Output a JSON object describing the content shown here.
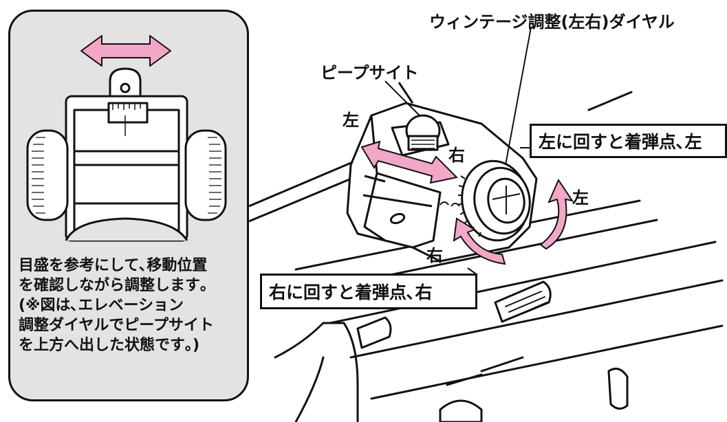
{
  "labels": {
    "windage_dial": "ウィンテージ調整(左右)ダイヤル",
    "peep_sight": "ピープサイト",
    "turn_left": "左に回すと着弾点､左",
    "turn_right": "右に回すと着弾点､右",
    "left_sight": "左",
    "right_sight": "右",
    "left_dial": "左",
    "right_dial": "右"
  },
  "panel_note": [
    "目盛を参考にして､移動位置",
    "を確認しながら調整します｡",
    "(※図は､エレベーション",
    "調整ダイヤルでピープサイト",
    "を上方へ出した状態です｡)"
  ],
  "colors": {
    "arrow_pink": "#f2a7c8",
    "panel_gray": "#e3e3e3",
    "line": "#111111"
  },
  "icons": {
    "lateral_arrow": "double-arrow-horizontal",
    "rotate_arrow": "curved-rotation-arrow"
  }
}
